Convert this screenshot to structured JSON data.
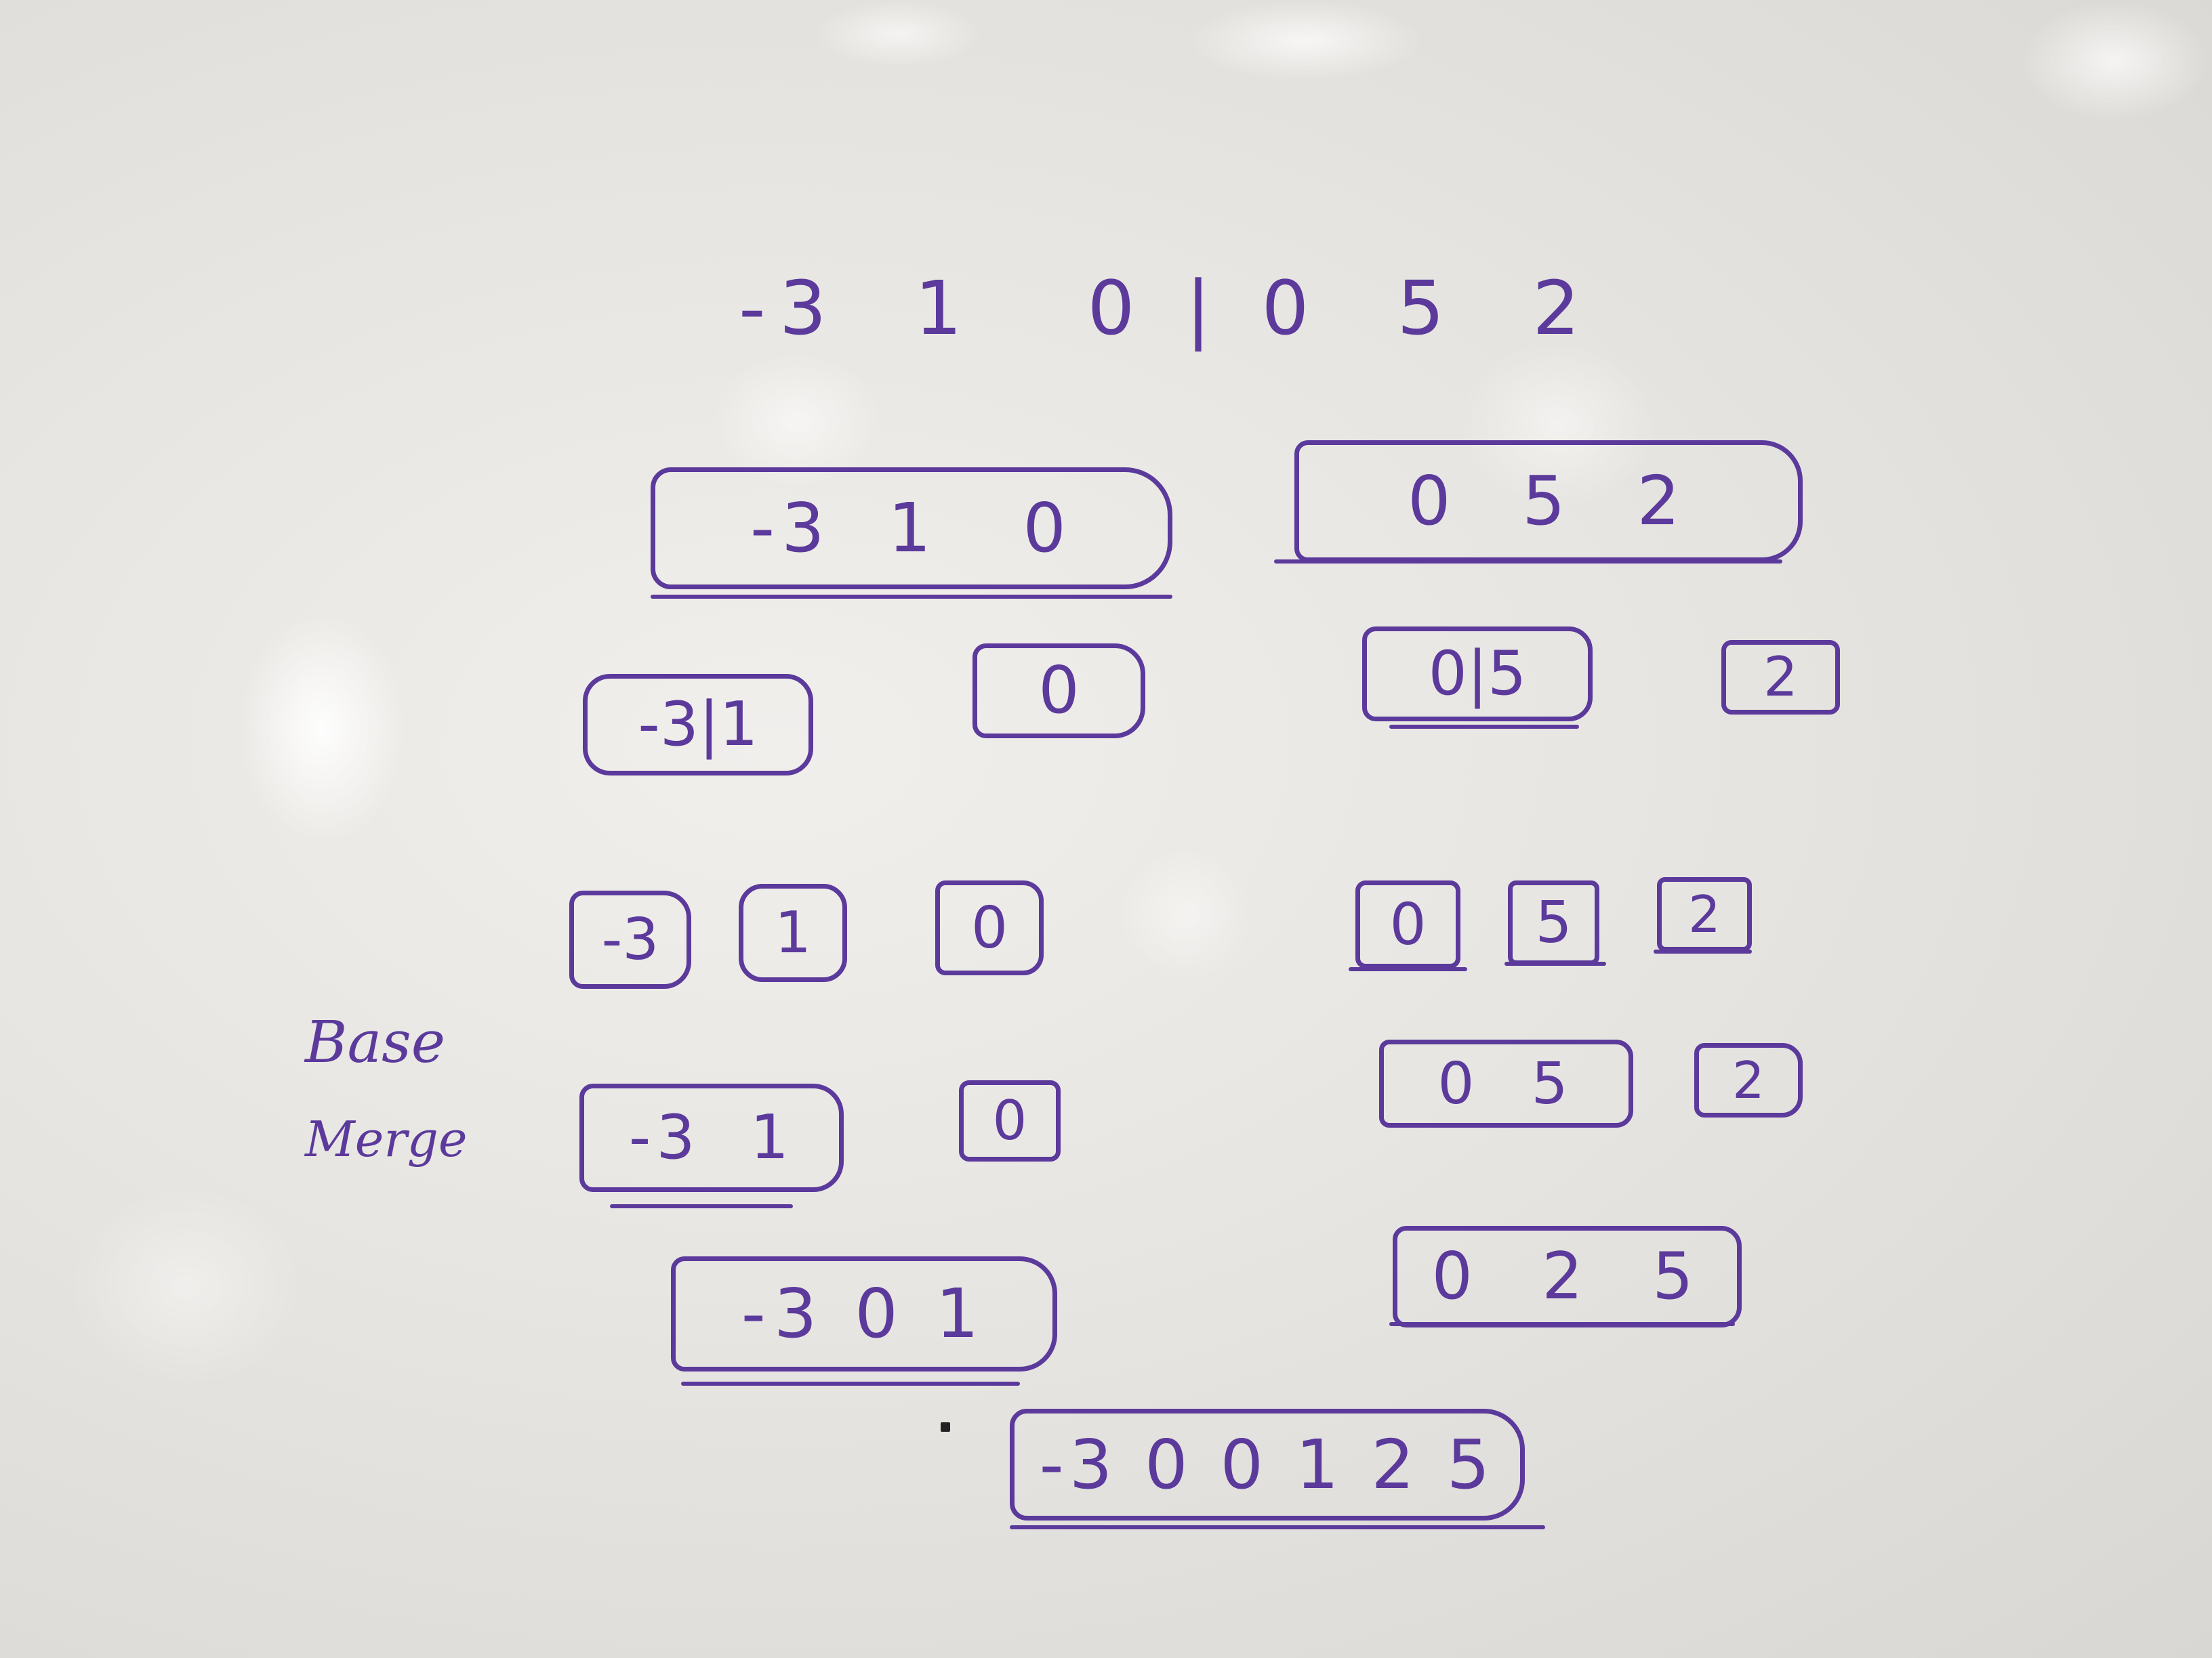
{
  "top_row": "-3  1   0 | 0  5  2",
  "level1": {
    "left": "-3  1   0",
    "right": "0  5  2"
  },
  "level2": {
    "a": "-3|1",
    "b": "0",
    "c": "0|5",
    "d": "2"
  },
  "level3": [
    "-3",
    "1",
    "0",
    "0",
    "5",
    "2"
  ],
  "labels": {
    "base": "Base",
    "merge": "Merge"
  },
  "merge1": {
    "a": "-3  1",
    "b": "0",
    "c": "0  5",
    "d": "2"
  },
  "merge2": {
    "left": "-3 0 1",
    "right": "0  2  5"
  },
  "final": "-3 0 0 1 2 5",
  "ink_color": "#5b3a9c"
}
